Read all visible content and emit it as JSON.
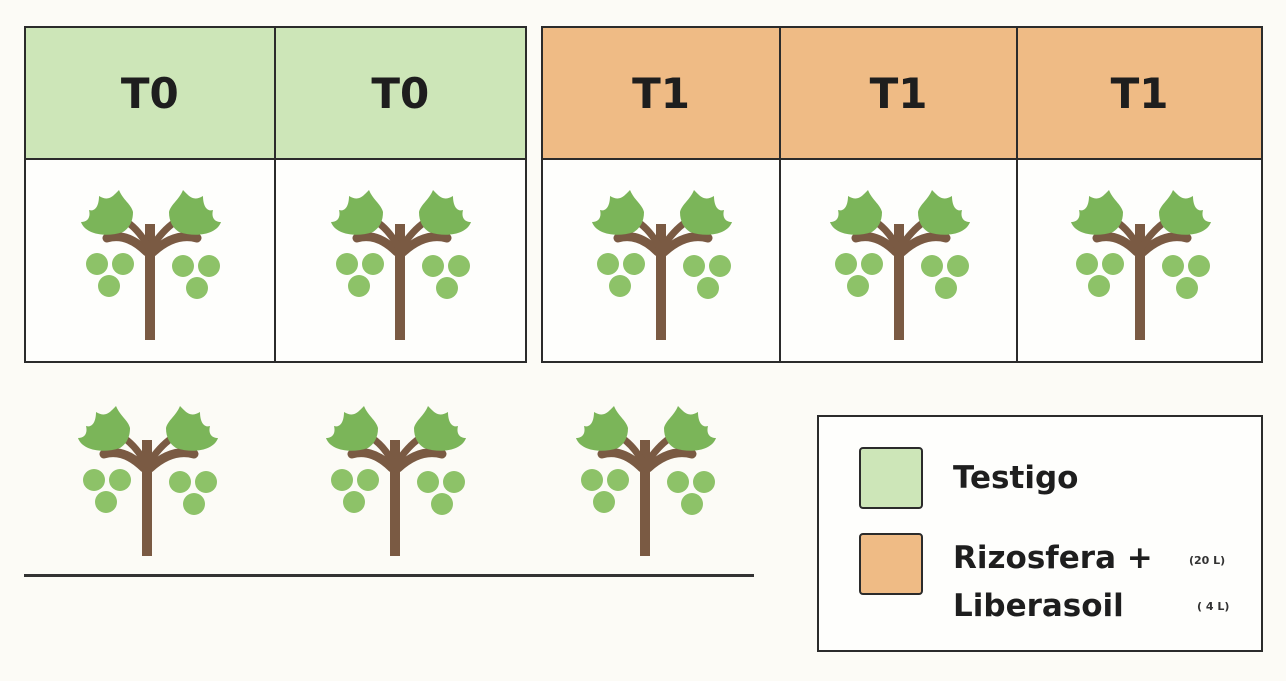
{
  "treatments": {
    "t0": {
      "label": "T0",
      "color": "#cde6b8"
    },
    "t1": {
      "label": "T1",
      "color": "#efbb85"
    }
  },
  "legend": {
    "testigo": "Testigo",
    "rizosfera_line1": "Rizosfera +",
    "rizosfera_line2": "Liberasoil",
    "dose_rizosfera": "(20 L)",
    "dose_liberasoil": "( 4 L)"
  },
  "plants": {
    "icon": "grapevine-plant-icon",
    "leaf_color": "#7bb559",
    "grape_color": "#8dc268",
    "trunk_color": "#7a5a43"
  }
}
